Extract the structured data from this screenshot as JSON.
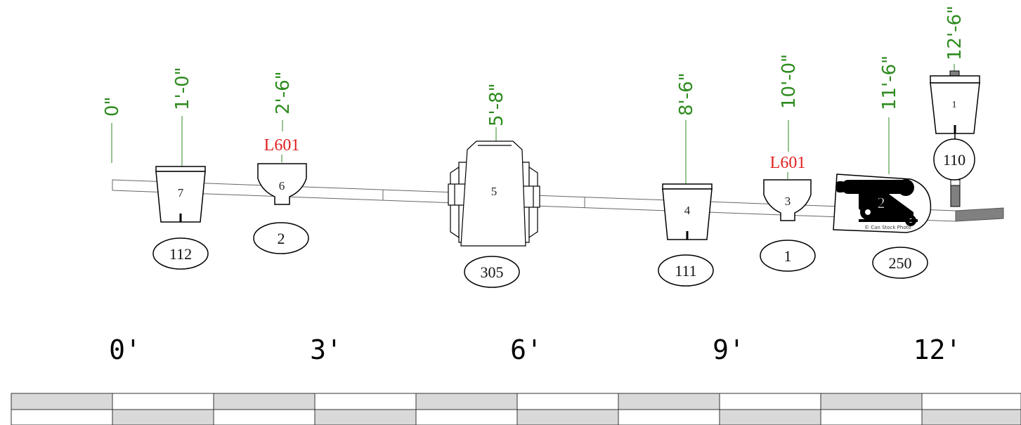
{
  "diagram": {
    "dimension_labels": [
      "0\"",
      "1'-0\"",
      "2'-6\"",
      "5'-8\"",
      "8'-6\"",
      "10'-0\"",
      "11'-6\"",
      "12'-6\""
    ],
    "gear_labels": [
      "L601",
      "L601"
    ],
    "unit_numbers": [
      "7",
      "6",
      "5",
      "4",
      "3",
      "2",
      "1"
    ],
    "circle_labels": [
      "112",
      "2",
      "305",
      "111",
      "1",
      "250",
      "110"
    ],
    "feet_labels": [
      "0'",
      "3'",
      "6'",
      "9'",
      "12'"
    ],
    "photo_credit": "© Can Stock Photo",
    "colors": {
      "dimension": "#2e8b1f",
      "gear": "#e02020",
      "table_shade": "#d9d9d9",
      "stage_dark": "#808080"
    }
  }
}
